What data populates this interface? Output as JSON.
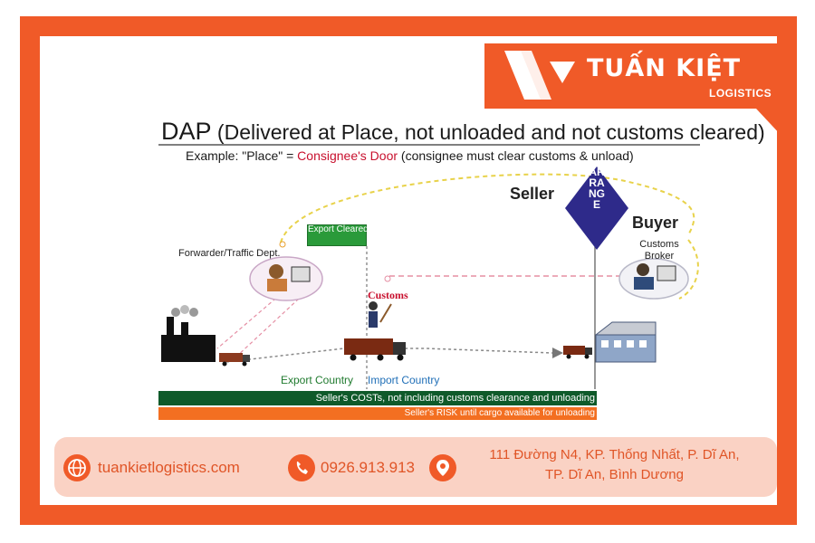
{
  "brand": {
    "name": "TUẤN KIỆT",
    "sub": "LOGISTICS",
    "color": "#f05a28"
  },
  "diagram": {
    "title_code": "DAP",
    "title_rest": "(Delivered at Place, not unloaded and not customs cleared)",
    "example_prefix": "Example: \"Place\" = ",
    "example_red": "Consignee's Door",
    "example_suffix": " (consignee must clear customs & unload)",
    "seller": "Seller",
    "buyer": "Buyer",
    "arrange": "ARRANGE",
    "customs_broker": "Customs Broker",
    "forwarder": "Forwarder/Traffic Dept.",
    "export_cleared": "Export Cleared",
    "customs": "Customs",
    "export_country": "Export Country",
    "import_country": "Import Country",
    "seller_costs": "Seller's COSTs, not including customs clearance and unloading",
    "seller_risk": "Seller's RISK until cargo available for unloading"
  },
  "contact": {
    "website": "tuankietlogistics.com",
    "phone": "0926.913.913",
    "address_line1": "111 Đường N4, KP. Thống Nhất, P. Dĩ An,",
    "address_line2": "TP. Dĩ An, Bình Dương",
    "website_icon": "globe-icon",
    "phone_icon": "phone-icon",
    "address_icon": "location-pin-icon"
  }
}
